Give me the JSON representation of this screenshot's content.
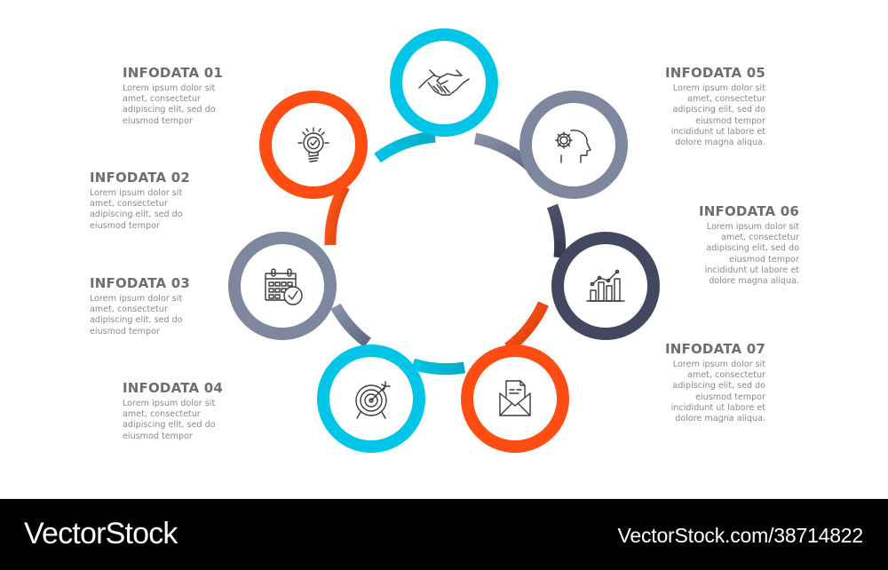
{
  "diagram": {
    "type": "cycle-infographic",
    "colors": {
      "orange": "#ff4d13",
      "cyan": "#00c5e6",
      "slate": "#7d889f",
      "navy": "#444760",
      "icon": "#3a3a3a",
      "title_text": "#6e6e70",
      "body_text": "#8a8a8c"
    },
    "steps": [
      {
        "id": "01",
        "title": "INFODATA 01",
        "icon": "lightbulb-check-icon",
        "color": "orange",
        "text": "Lorem ipsum dolor sit amet, consectetur adipiscing elit, sed do eiusmod tempor",
        "lines": [
          "Lorem ipsum dolor sit",
          "amet, consectetur",
          "adipiscing elit, sed do",
          "eiusmod tempor"
        ]
      },
      {
        "id": "02",
        "title": "INFODATA 02",
        "icon": "handshake-icon",
        "color": "cyan",
        "text": "Lorem ipsum dolor sit amet, consectetur adipiscing elit, sed do eiusmod tempor",
        "lines": [
          "Lorem ipsum dolor sit",
          "amet, consectetur",
          "adipiscing elit, sed do",
          "eiusmod tempor"
        ]
      },
      {
        "id": "03",
        "title": "INFODATA 03",
        "icon": "calendar-check-icon",
        "color": "slate",
        "text": "Lorem ipsum dolor sit amet, consectetur adipiscing elit, sed do eiusmod tempor",
        "lines": [
          "Lorem ipsum dolor sit",
          "amet, consectetur",
          "adipiscing elit, sed do",
          "eiusmod tempor"
        ]
      },
      {
        "id": "04",
        "title": "INFODATA 04",
        "icon": "target-arrow-icon",
        "color": "cyan",
        "text": "Lorem ipsum dolor sit amet, consectetur adipiscing elit, sed do eiusmod tempor",
        "lines": [
          "Lorem ipsum dolor sit",
          "amet, consectetur",
          "adipiscing elit, sed do",
          "eiusmod tempor"
        ]
      },
      {
        "id": "05",
        "title": "INFODATA 05",
        "icon": "head-gear-icon",
        "color": "slate",
        "text": "Lorem ipsum dolor sit amet, consectetur adipiscing elit, sed do eiusmod tempor incididunt ut labore et dolore magna aliqua.",
        "lines": [
          "Lorem ipsum dolor sit",
          "amet, consectetur",
          "adipiscing elit, sed do",
          "eiusmod tempor",
          "incididunt ut labore et",
          "dolore magna aliqua."
        ]
      },
      {
        "id": "06",
        "title": "INFODATA 06",
        "icon": "bar-chart-growth-icon",
        "color": "navy",
        "text": "Lorem ipsum dolor sit amet, consectetur adipiscing elit, sed do eiusmod tempor incididunt ut labore et dolore magna aliqua.",
        "lines": [
          "Lorem ipsum dolor sit",
          "amet, consectetur",
          "adipiscing elit, sed do",
          "eiusmod tempor",
          "incididunt ut labore et",
          "dolore magna aliqua."
        ]
      },
      {
        "id": "07",
        "title": "INFODATA 07",
        "icon": "envelope-letter-icon",
        "color": "orange",
        "text": "Lorem ipsum dolor sit amet, consectetur adipiscing elit, sed do eiusmod tempor incididunt ut labore et dolore magna aliqua.",
        "lines": [
          "Lorem ipsum dolor sit",
          "amet, consectetur",
          "adipiscing elit, sed do",
          "eiusmod tempor",
          "incididunt ut labore et",
          "dolore magna aliqua."
        ]
      }
    ]
  },
  "labels": {
    "left": [
      {
        "step": 0,
        "title": "INFODATA 01",
        "lines": [
          "Lorem ipsum dolor sit",
          "amet, consectetur",
          "adipiscing elit, sed do",
          "eiusmod tempor"
        ]
      },
      {
        "step": 1,
        "title": "INFODATA 02",
        "lines": [
          "Lorem ipsum dolor sit",
          "amet, consectetur",
          "adipiscing elit, sed do",
          "eiusmod tempor"
        ]
      },
      {
        "step": 2,
        "title": "INFODATA 03",
        "lines": [
          "Lorem ipsum dolor sit",
          "amet, consectetur",
          "adipiscing elit, sed do",
          "eiusmod tempor"
        ]
      },
      {
        "step": 3,
        "title": "INFODATA 04",
        "lines": [
          "Lorem ipsum dolor sit",
          "amet, consectetur",
          "adipiscing elit, sed do",
          "eiusmod tempor"
        ]
      }
    ],
    "right": [
      {
        "step": 4,
        "title": "INFODATA 05",
        "lines": [
          "Lorem ipsum dolor sit",
          "amet, consectetur",
          "adipiscing elit, sed do",
          "eiusmod tempor",
          "incididunt ut labore et",
          "dolore magna aliqua."
        ]
      },
      {
        "step": 5,
        "title": "INFODATA 06",
        "lines": [
          "Lorem ipsum dolor sit",
          "amet, consectetur",
          "adipiscing elit, sed do",
          "eiusmod tempor",
          "incididunt ut labore et",
          "dolore magna aliqua."
        ]
      },
      {
        "step": 6,
        "title": "INFODATA 07",
        "lines": [
          "Lorem ipsum dolor sit",
          "amet, consectetur",
          "adipiscing elit, sed do",
          "eiusmod tempor",
          "incididunt ut labore et",
          "dolore magna aliqua."
        ]
      }
    ]
  },
  "footer": {
    "brand": "VectorStock",
    "ref": "VectorStock.com/38714822",
    "background": "#000000"
  }
}
